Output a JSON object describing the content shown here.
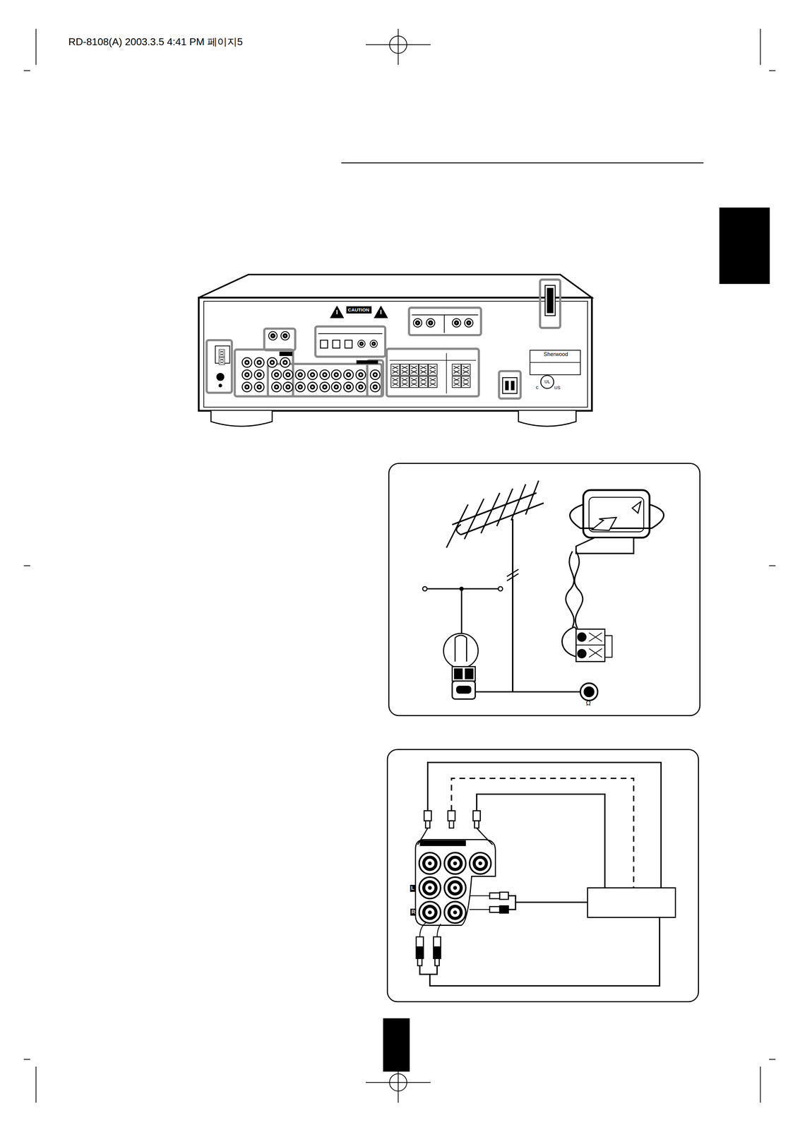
{
  "diagram": {
    "labels": [
      "RD-8108(A) 2003.3.5 4:41 PM 페이지5",
      "CAUTION",
      "Sherwood",
      "c",
      "UL",
      "US",
      "Ω",
      "L",
      "R"
    ]
  }
}
